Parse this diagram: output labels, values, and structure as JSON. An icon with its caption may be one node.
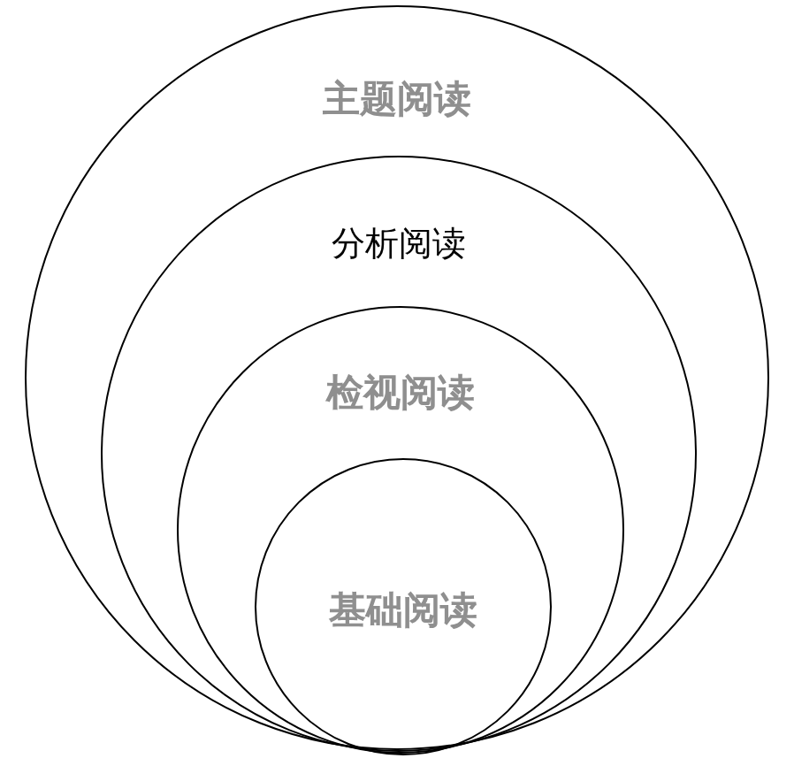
{
  "diagram": {
    "nodes": [
      {
        "text": [
          "主题阅读"
        ]
      },
      {
        "text": [
          "分析阅读"
        ],
        "in": 0
      },
      {
        "text": [
          "检视阅读"
        ],
        "in": 1
      },
      {
        "text": [
          "基础阅读"
        ],
        "in": 2
      }
    ]
  }
}
